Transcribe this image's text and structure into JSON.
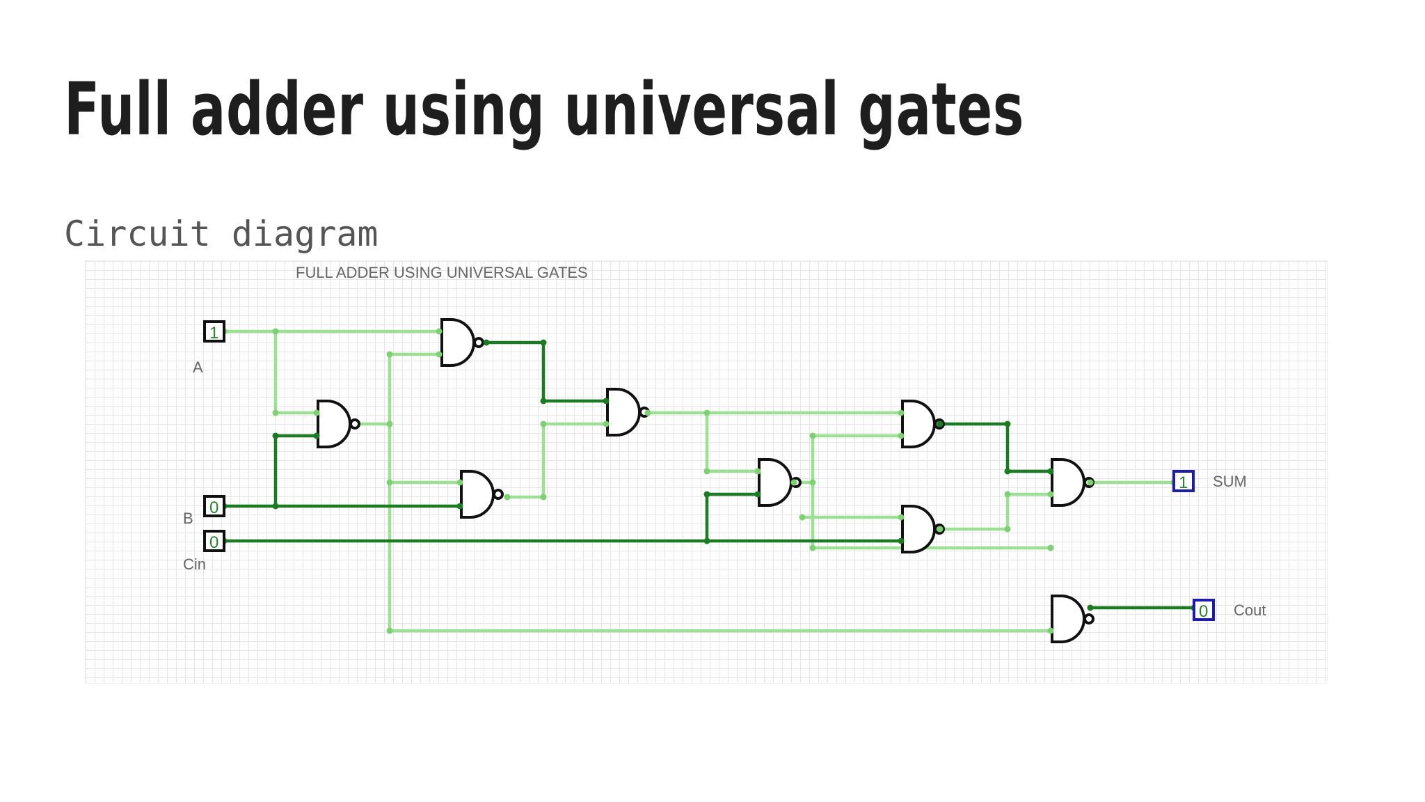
{
  "slide": {
    "title": "Full adder using universal gates",
    "subtitle": "Circuit diagram"
  },
  "diagram": {
    "heading": "FULL ADDER USING UNIVERSAL GATES",
    "colors": {
      "wire_high": "#1b7a23",
      "wire_low": "#9ddf95",
      "gate_outline": "#111111",
      "output_pin": "#1c1ca8",
      "grid": "#e6e6e6"
    },
    "inputs": [
      {
        "name": "A",
        "value": "1"
      },
      {
        "name": "B",
        "value": "0"
      },
      {
        "name": "Cin",
        "value": "0"
      }
    ],
    "outputs": [
      {
        "name": "SUM",
        "value": "1"
      },
      {
        "name": "Cout",
        "value": "0"
      }
    ],
    "gate_type": "NAND",
    "gate_count": 9
  }
}
